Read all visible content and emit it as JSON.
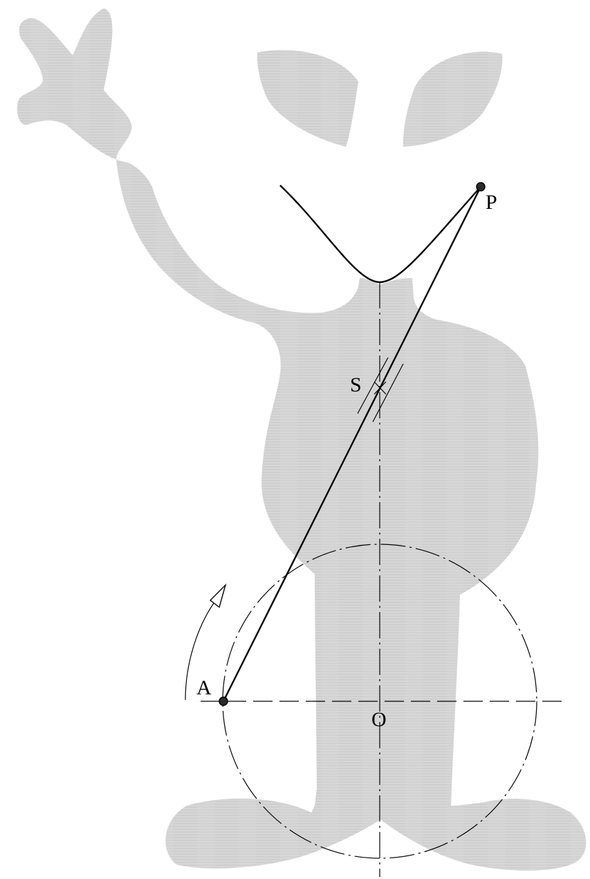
{
  "labels": {
    "point_p": "P",
    "point_s": "S",
    "point_a": "A",
    "point_o": "O"
  },
  "colors": {
    "silhouette": "#d4d4d4",
    "line": "#000000",
    "background": "#ffffff"
  }
}
